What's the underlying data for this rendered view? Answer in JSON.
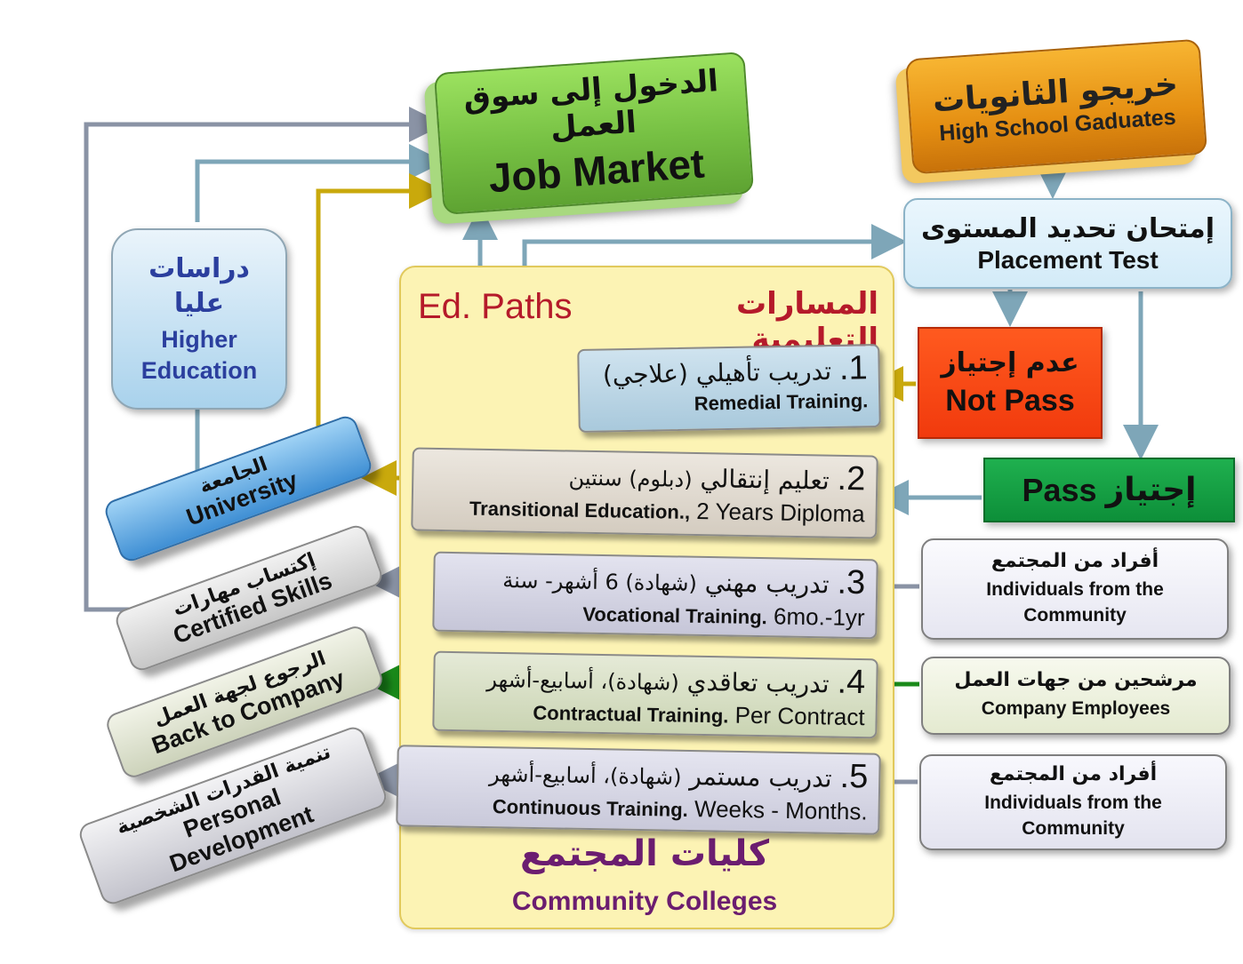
{
  "top": {
    "job_market_ar": "الدخول إلى سوق العمل",
    "job_market_en": "Job Market",
    "hs_grads_ar": "خريجو الثانويات",
    "hs_grads_en": "High School Gaduates",
    "placement_ar": "إمتحان تحديد المستوى",
    "placement_en": "Placement  Test",
    "not_pass_ar": "عدم إجتياز",
    "not_pass_en": "Not Pass",
    "pass_ar": "إجتياز",
    "pass_en": "Pass"
  },
  "panel": {
    "title_en": "Ed. Paths",
    "title_ar": "المسارات التعليمية",
    "footer_ar": "كليات المجتمع",
    "footer_en": "Community  Colleges"
  },
  "paths": [
    {
      "num": "1.",
      "ar": "تدريب تأهيلي (علاجي)",
      "sub_ar": "",
      "en": "Remedial Training.",
      "en_light": ""
    },
    {
      "num": "2.",
      "ar": "تعليم إنتقالي",
      "sub_ar": "(دبلوم) سنتين",
      "en": "Transitional Education.,",
      "en_light": " 2 Years Diploma"
    },
    {
      "num": "3.",
      "ar": "تدريب مهني",
      "sub_ar": "(شهادة) 6 أشهر- سنة",
      "en": "Vocational Training.",
      "en_light": "  6mo.-1yr"
    },
    {
      "num": "4.",
      "ar": "تدريب تعاقدي",
      "sub_ar": "(شهادة)، أسابيع-أشهر",
      "en": "Contractual Training.",
      "en_light": " Per Contract"
    },
    {
      "num": "5.",
      "ar": "تدريب مستمر",
      "sub_ar": "(شهادة)، أسابيع-أشهر",
      "en": "Continuous Training.",
      "en_light": " Weeks - Months."
    }
  ],
  "sources": [
    {
      "ar": "أفراد من المجتمع",
      "en1": "Individuals from the",
      "en2": "Community"
    },
    {
      "ar": "مرشحين من جهات العمل",
      "en1": "Company Employees",
      "en2": ""
    },
    {
      "ar": "أفراد من المجتمع",
      "en1": "Individuals from the",
      "en2": "Community"
    }
  ],
  "outcomes": {
    "higher_ed_ar1": "دراسات",
    "higher_ed_ar2": "عليا",
    "higher_ed_en1": "Higher",
    "higher_ed_en2": "Education",
    "university_ar": "الجامعة",
    "university_en": "University",
    "certified_ar": "إكتساب مهارات",
    "certified_en": "Certified Skills",
    "back_ar": "الرجوع لجهة العمل",
    "back_en": "Back to Company",
    "personal_ar": "تنمية القدرات الشخصية",
    "personal_en1": "Personal",
    "personal_en2": "Development"
  },
  "colors": {
    "arrow_blue_grey": "#7ea6b8",
    "arrow_gold": "#c9a90c",
    "arrow_green": "#1a8a1a",
    "arrow_grey": "#8a93a5",
    "title_red": "#b51a2a",
    "title_purple": "#6b1d70"
  }
}
